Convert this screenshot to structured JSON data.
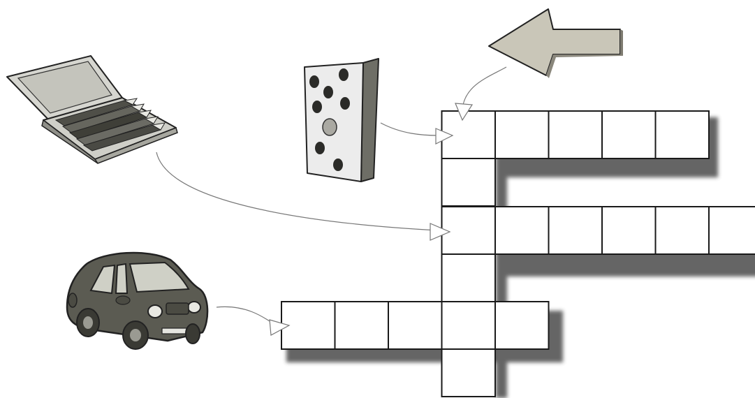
{
  "clues": [
    {
      "icon": "arrow-icon",
      "direction": "down",
      "word_length": 6
    },
    {
      "icon": "domino-icon",
      "direction": "across",
      "word_length": 5
    },
    {
      "icon": "pencil-case-icon",
      "direction": "across",
      "word_length": 6
    },
    {
      "icon": "car-icon",
      "direction": "across",
      "word_length": 5
    }
  ],
  "colors": {
    "grid_line": "#1a1a1a",
    "cell_fill": "#ffffff",
    "shadow": "#555555",
    "connector": "#777777",
    "arrow_fill": "#c9c6b8",
    "car_body": "#5b5b52",
    "car_window": "#cfd0c6"
  }
}
